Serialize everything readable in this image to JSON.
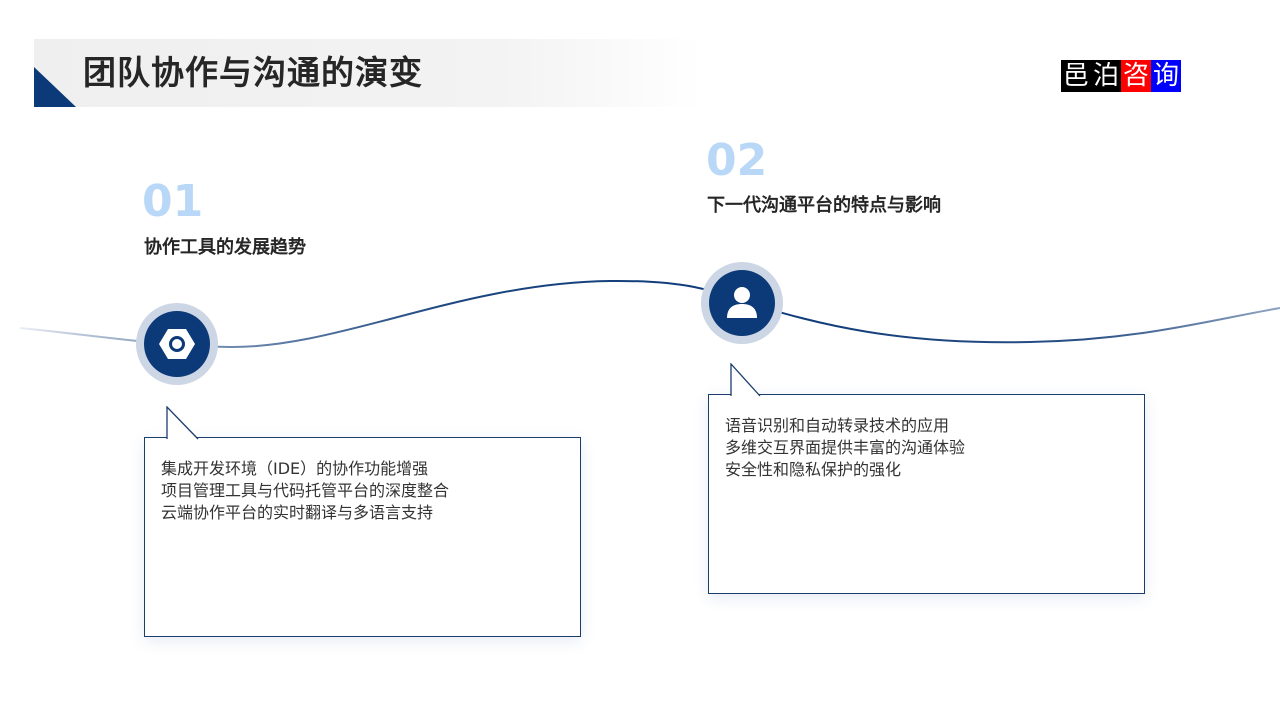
{
  "header": {
    "title": "团队协作与沟通的演变",
    "logo": [
      "邑",
      "泊",
      "咨",
      "询"
    ],
    "accent_color": "#0c3a78"
  },
  "sections": [
    {
      "number": "01",
      "title": "协作工具的发展趋势",
      "icon": "hex-nut-icon",
      "items": [
        "集成开发环境（IDE）的协作功能增强",
        "项目管理工具与代码托管平台的深度整合",
        "云端协作平台的实时翻译与多语言支持"
      ]
    },
    {
      "number": "02",
      "title": "下一代沟通平台的特点与影响",
      "icon": "user-icon",
      "items": [
        "语音识别和自动转录技术的应用",
        "多维交互界面提供丰富的沟通体验",
        "安全性和隐私保护的强化"
      ]
    }
  ],
  "colors": {
    "number": "#b9d8f7",
    "node_fill": "#0c3a78",
    "node_ring": "#ccd6e4",
    "callout_border": "#1b3d6b"
  }
}
